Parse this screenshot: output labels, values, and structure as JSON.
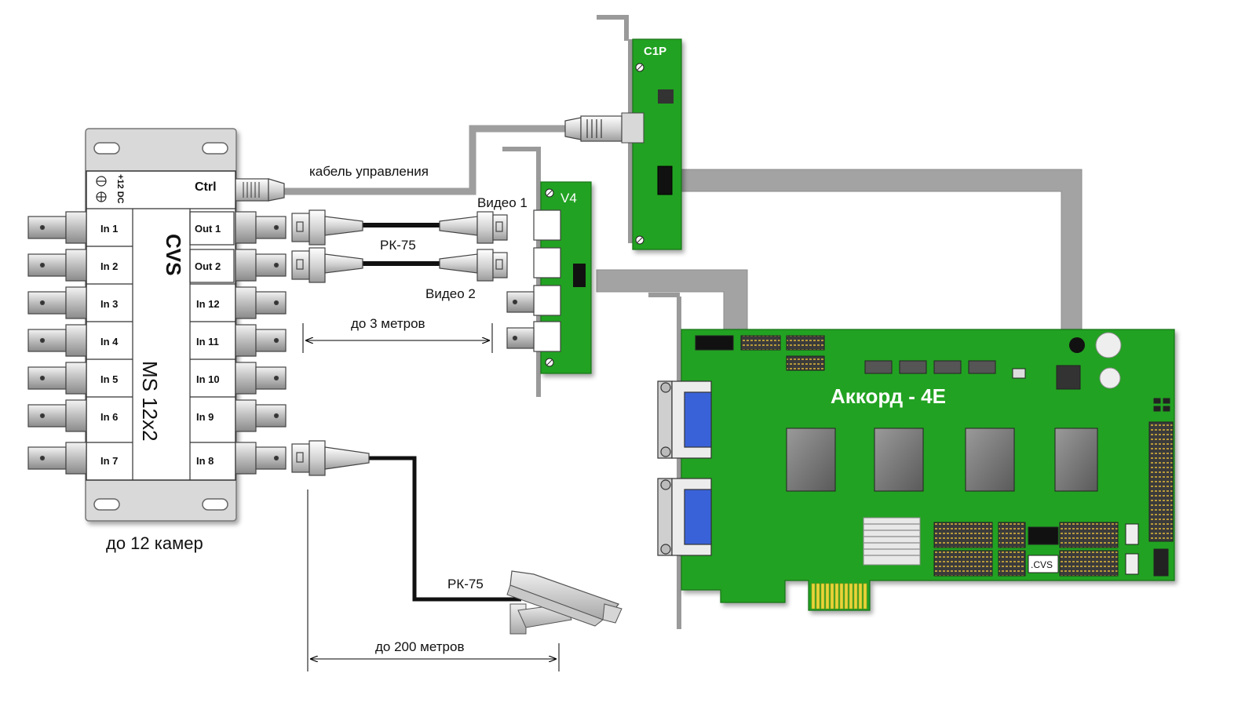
{
  "multiplexer": {
    "brand": "CVS",
    "model": "MS 12x2",
    "power_label": "+12 DC",
    "ctrl_label": "Ctrl",
    "inputs_left": [
      "In 1",
      "In 2",
      "In 3",
      "In 4",
      "In 5",
      "In 6",
      "In 7"
    ],
    "inputs_right": [
      "In 12",
      "In 11",
      "In 10",
      "In 9",
      "In 8"
    ],
    "outputs": [
      "Out 1",
      "Out 2"
    ],
    "caption": "до 12 камер"
  },
  "cables": {
    "control": "кабель управления",
    "video1": "Видео 1",
    "video2": "Видео 2",
    "coax_top": "РК-75",
    "coax_camera": "РК-75",
    "distance_short": "до 3 метров",
    "distance_long": "до 200 метров"
  },
  "cards": {
    "c1p": "C1P",
    "v4": "V4",
    "main": "Аккорд - 4E",
    "chip_label": ".CVS"
  },
  "colors": {
    "pcb": "#24a224",
    "pcb_dark": "#178a17",
    "bracket": "#9a9a9a",
    "box": "#e6e6e6",
    "cable": "#9e9e9e",
    "vga": "#3a62d8"
  }
}
